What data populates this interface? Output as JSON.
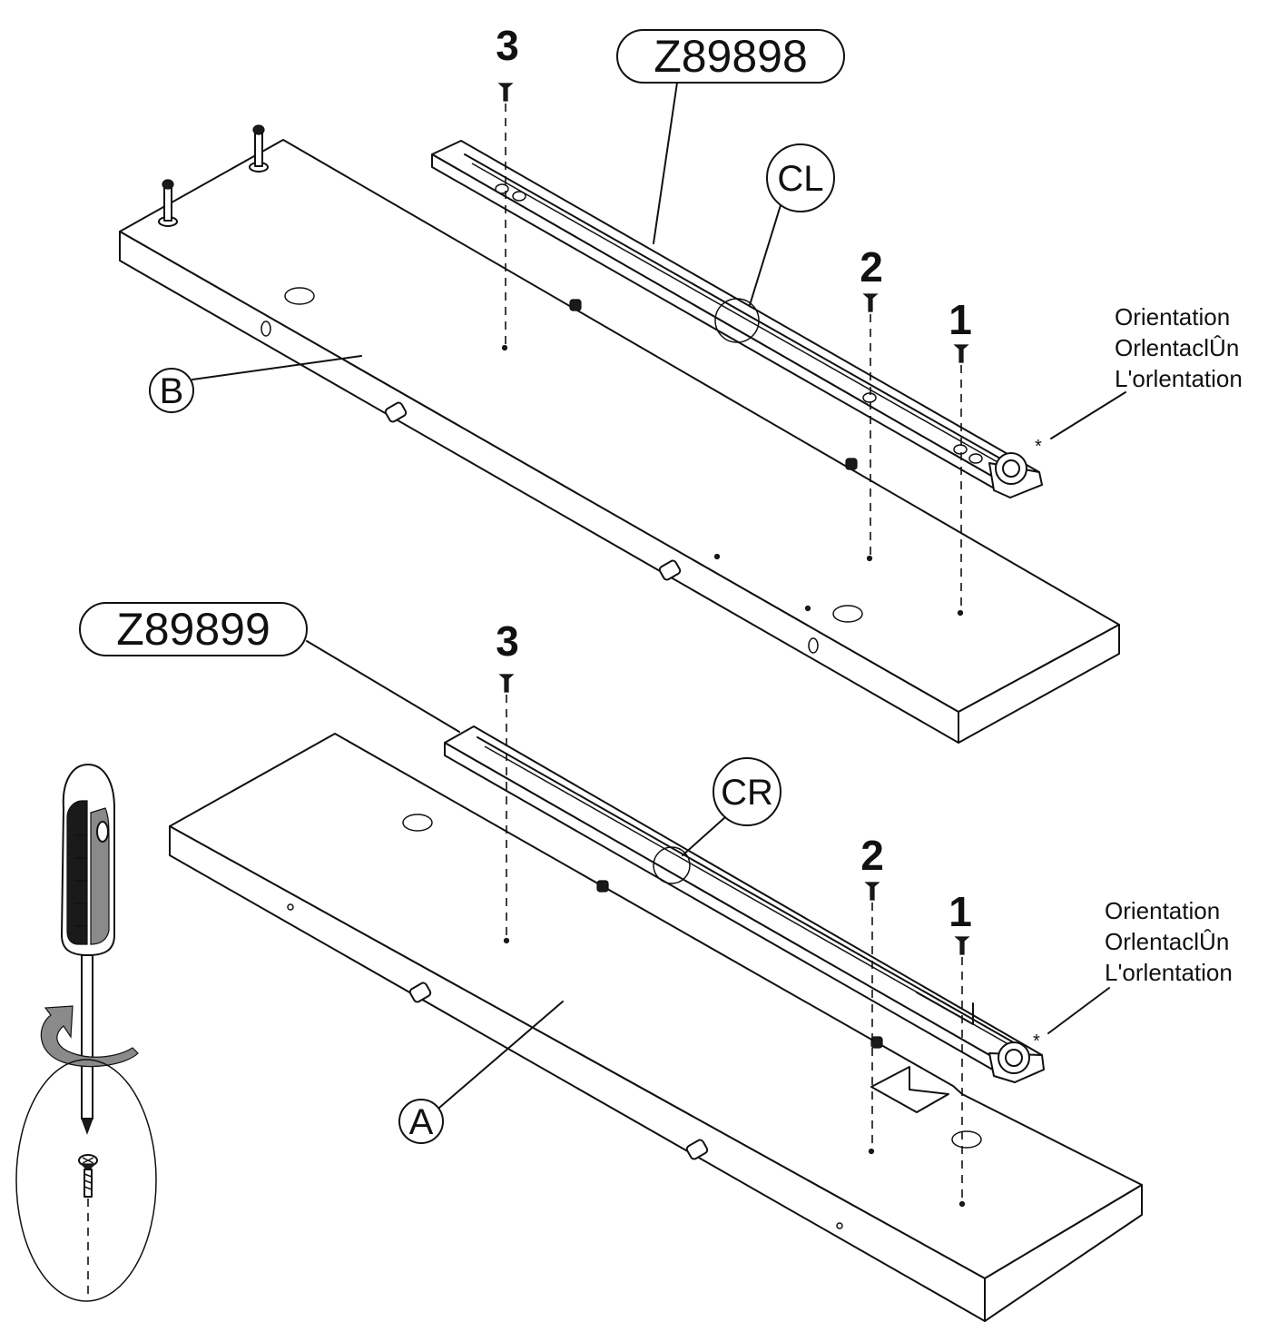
{
  "top_assembly": {
    "part_number": "Z89898",
    "rail_label": "CL",
    "panel_label": "B",
    "screw_steps": [
      "1",
      "2",
      "3"
    ],
    "orientation": {
      "line1": "Orientation",
      "line2": "OrlentaclÛn",
      "line3": "L'orlentation",
      "marker": "*"
    }
  },
  "bottom_assembly": {
    "part_number": "Z89899",
    "rail_label": "CR",
    "panel_label": "A",
    "screw_steps": [
      "1",
      "2",
      "3"
    ],
    "orientation": {
      "line1": "Orientation",
      "line2": "OrlentaclÛn",
      "line3": "L'orlentation",
      "marker": "*"
    }
  },
  "tool": {
    "icon": "screwdriver-icon",
    "detail_icon": "screw-detail-icon"
  }
}
